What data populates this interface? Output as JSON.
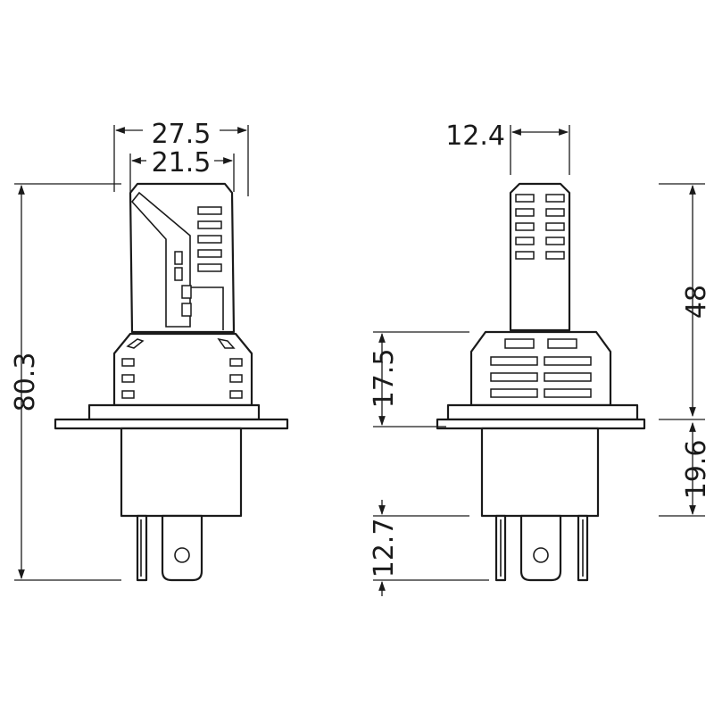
{
  "front_view": {
    "overall_height": "80.3",
    "outer_width": "27.5",
    "inner_width": "21.5"
  },
  "side_view": {
    "head_width": "12.4",
    "head_height": "48",
    "collar_height": "17.5",
    "base_height": "19.6",
    "pin_length": "12.7"
  },
  "colors": {
    "line": "#1a1a1a",
    "background": "#ffffff"
  }
}
